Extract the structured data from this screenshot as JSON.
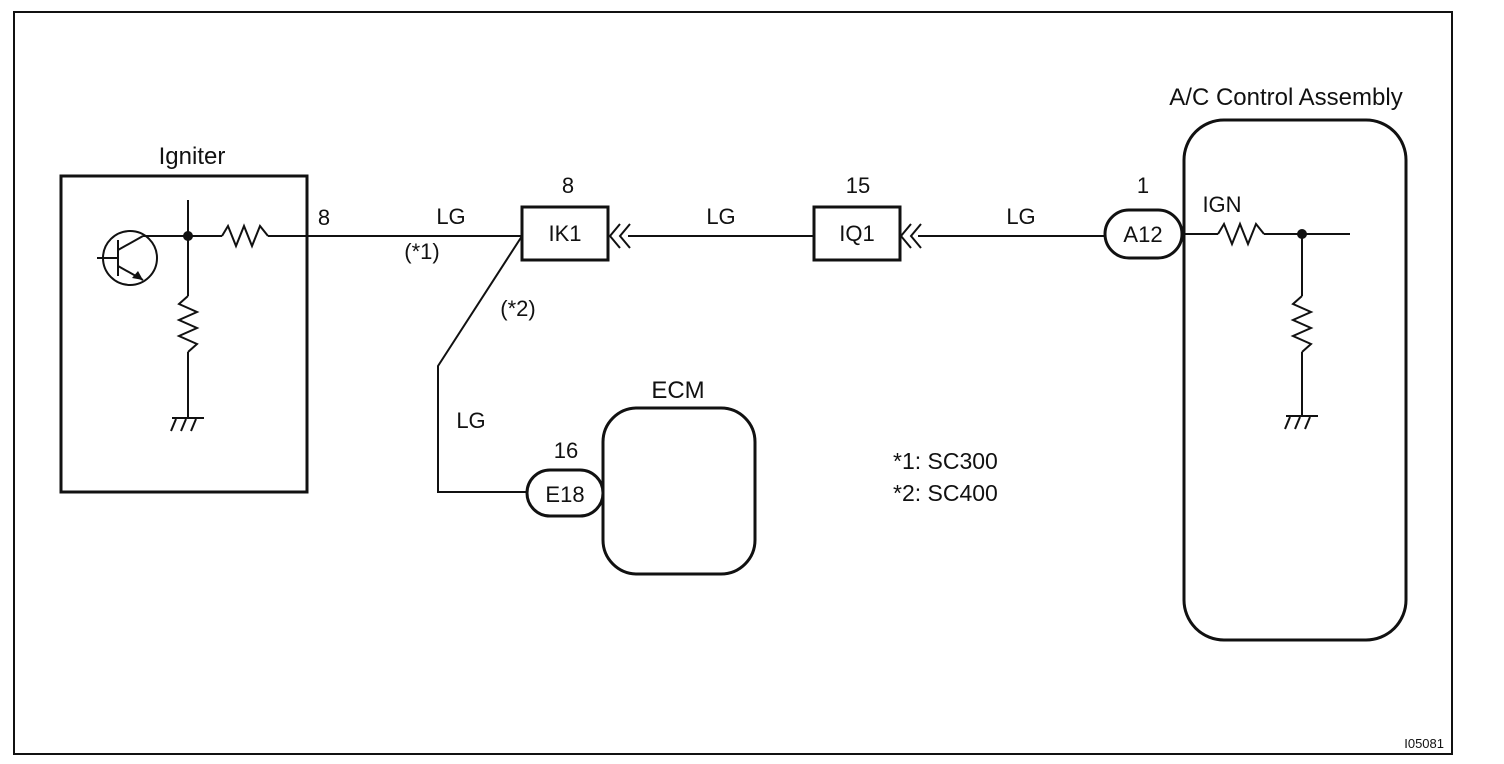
{
  "components": {
    "igniter": {
      "label": "Igniter",
      "pin": "8"
    },
    "ecm": {
      "label": "ECM"
    },
    "ac_control": {
      "label": "A/C Control Assembly",
      "terminal": "IGN"
    }
  },
  "connectors": [
    {
      "id": "IK1",
      "pin": "8"
    },
    {
      "id": "IQ1",
      "pin": "15"
    },
    {
      "id": "A12",
      "pin": "1"
    },
    {
      "id": "E18",
      "pin": "16"
    }
  ],
  "wire_labels": {
    "igniter_to_ik1": "LG",
    "ik1_to_iq1": "LG",
    "iq1_to_a12": "LG",
    "branch_to_ecm": "LG"
  },
  "variant_marks": {
    "sc300_path": "(*1)",
    "sc400_path": "(*2)"
  },
  "notes": [
    "*1: SC300",
    "*2: SC400"
  ],
  "figure_id": "I05081",
  "colors": {
    "line": "#111111",
    "background": "#ffffff"
  }
}
